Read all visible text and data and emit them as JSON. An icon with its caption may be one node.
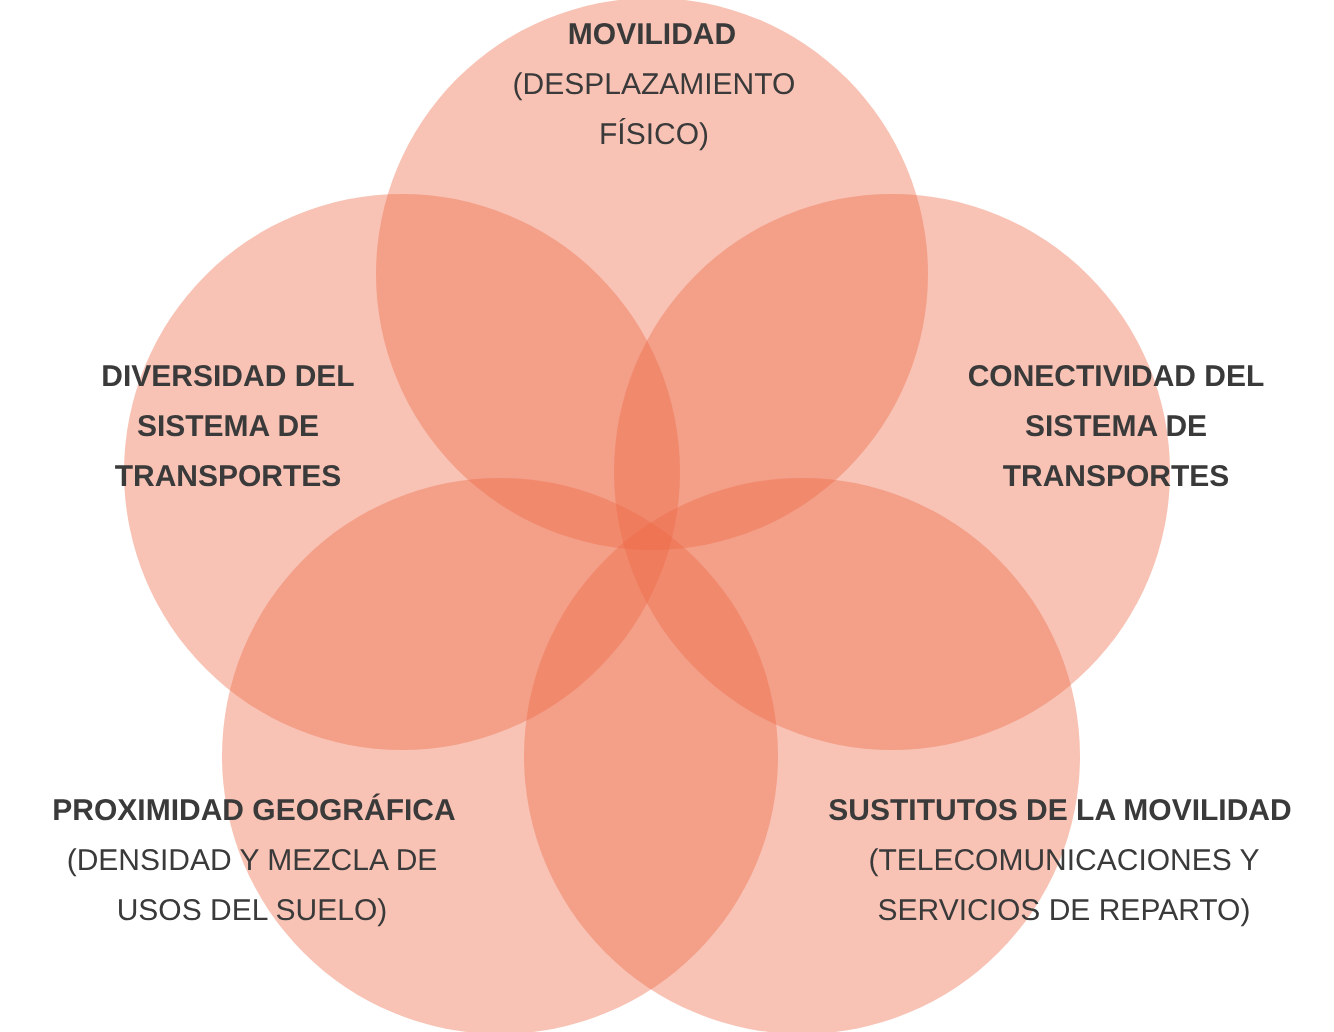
{
  "diagram": {
    "nodes": [
      {
        "text": [
          "MOVILIDAD",
          "(DESPLAZAMIENTO FÍSICO)"
        ]
      },
      {
        "text": [
          "DIVERSIDAD DEL SISTEMA DE TRANSPORTES"
        ]
      },
      {
        "text": [
          "CONECTIVIDAD DEL SISTEMA DE TRANSPORTES"
        ]
      },
      {
        "text": [
          "PROXIMIDAD GEOGRÁFICA",
          "(DENSIDAD Y MEZCLA DE USOS DEL SUELO)"
        ]
      },
      {
        "text": [
          "SUSTITUTOS DE LA MOVILIDAD",
          "(TELECOMUNICACIONES Y SERVICIOS DE REPARTO)"
        ]
      }
    ]
  }
}
